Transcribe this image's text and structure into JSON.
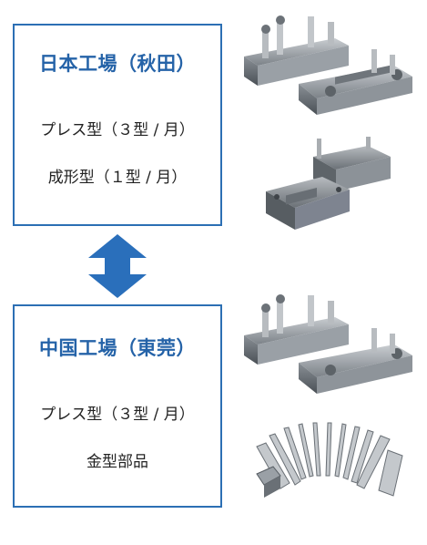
{
  "factories": [
    {
      "title": "日本工場（秋田）",
      "products": [
        "プレス型（３型 / 月）",
        "成形型（１型 / 月）"
      ]
    },
    {
      "title": "中国工場（東莞）",
      "products": [
        "プレス型（３型 / 月）",
        "金型部品"
      ]
    }
  ],
  "colors": {
    "accent": "#2c6fb4",
    "title_text": "#2563a8",
    "arrow": "#2a6fbb"
  },
  "illustrations": [
    "press-die-icon",
    "injection-mold-icon",
    "press-die-icon",
    "mold-components-icon"
  ]
}
